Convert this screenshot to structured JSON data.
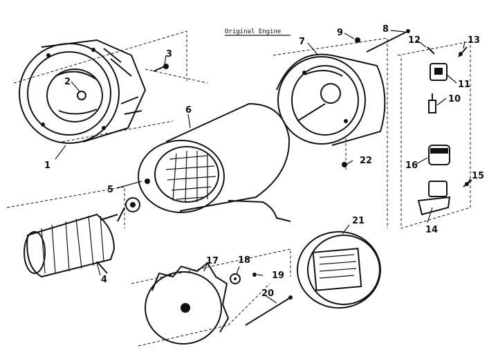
{
  "diagram": {
    "caption": "Original Engine",
    "callouts": [
      "1",
      "2",
      "3",
      "4",
      "5",
      "6",
      "7",
      "8",
      "9",
      "10",
      "11",
      "12",
      "13",
      "14",
      "15",
      "16",
      "17",
      "18",
      "19",
      "20",
      "21",
      "22"
    ],
    "colors": {
      "ink": "#111111",
      "paper": "#ffffff"
    }
  }
}
